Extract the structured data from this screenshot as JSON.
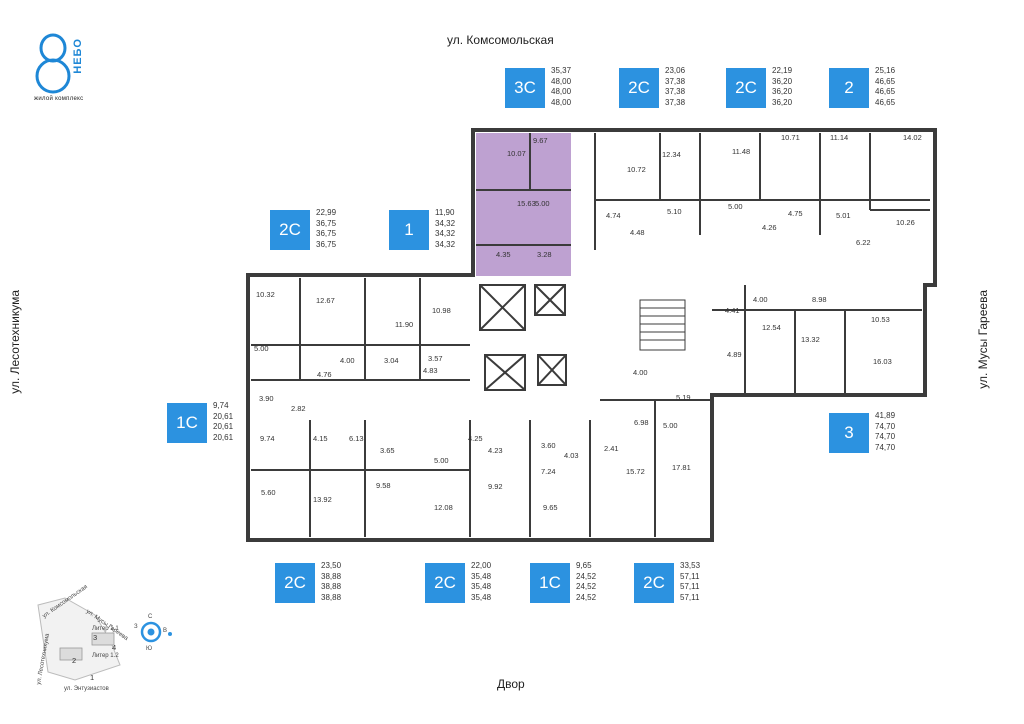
{
  "logo": {
    "word": "НЕБО",
    "subtitle": "жилой комплекс"
  },
  "streets": {
    "top": "ул. Комсомольская",
    "bottom": "Двор",
    "left": "ул. Лесотехникума",
    "right": "ул. Мусы Гареева"
  },
  "units": [
    {
      "id": "u-3c-top",
      "type": "3С",
      "areas": [
        "35,37",
        "48,00",
        "48,00",
        "48,00"
      ]
    },
    {
      "id": "u-2c-top-a",
      "type": "2С",
      "areas": [
        "23,06",
        "37,38",
        "37,38",
        "37,38"
      ]
    },
    {
      "id": "u-2c-top-b",
      "type": "2С",
      "areas": [
        "22,19",
        "36,20",
        "36,20",
        "36,20"
      ]
    },
    {
      "id": "u-2-top",
      "type": "2",
      "areas": [
        "25,16",
        "46,65",
        "46,65",
        "46,65"
      ]
    },
    {
      "id": "u-2c-mid",
      "type": "2С",
      "areas": [
        "22,99",
        "36,75",
        "36,75",
        "36,75"
      ]
    },
    {
      "id": "u-1-mid",
      "type": "1",
      "areas": [
        "11,90",
        "34,32",
        "34,32",
        "34,32"
      ]
    },
    {
      "id": "u-1c-left",
      "type": "1С",
      "areas": [
        "9,74",
        "20,61",
        "20,61",
        "20,61"
      ]
    },
    {
      "id": "u-3-right",
      "type": "3",
      "areas": [
        "41,89",
        "74,70",
        "74,70",
        "74,70"
      ]
    },
    {
      "id": "u-2c-bot-a",
      "type": "2С",
      "areas": [
        "23,50",
        "38,88",
        "38,88",
        "38,88"
      ]
    },
    {
      "id": "u-2c-bot-b",
      "type": "2С",
      "areas": [
        "22,00",
        "35,48",
        "35,48",
        "35,48"
      ]
    },
    {
      "id": "u-1c-bot",
      "type": "1С",
      "areas": [
        "9,65",
        "24,52",
        "24,52",
        "24,52"
      ]
    },
    {
      "id": "u-2c-bot-c",
      "type": "2С",
      "areas": [
        "33,53",
        "57,11",
        "57,11",
        "57,11"
      ]
    }
  ],
  "rooms": [
    "10.07",
    "9.67",
    "15.63",
    "5.00",
    "4.35",
    "3.28",
    "10.72",
    "12.34",
    "4.74",
    "5.10",
    "4.48",
    "11.48",
    "5.00",
    "10.71",
    "11.14",
    "14.02",
    "4.75",
    "5.01",
    "4.26",
    "10.26",
    "6.22",
    "10.32",
    "12.67",
    "11.90",
    "10.98",
    "5.00",
    "4.00",
    "3.04",
    "3.57",
    "4.76",
    "4.83",
    "4.00",
    "8.98",
    "4.41",
    "10.53",
    "12.54",
    "13.32",
    "4.89",
    "16.03",
    "4.00",
    "5.19",
    "3.90",
    "2.82",
    "6.98",
    "9.74",
    "4.15",
    "6.13",
    "4.25",
    "3.60",
    "4.23",
    "4.03",
    "5.00",
    "2.41",
    "15.72",
    "3.65",
    "5.00",
    "7.24",
    "17.81",
    "5.60",
    "13.92",
    "9.58",
    "12.08",
    "9.92",
    "9.65"
  ],
  "key_map": {
    "labels": [
      "ул. Комсомольская",
      "ул. Мусы Гареева",
      "ул. Лесотехникума",
      "ул. Энтузиастов",
      "Литер 1.1",
      "Литер 1.2"
    ],
    "sections": [
      "1",
      "2",
      "3",
      "4"
    ],
    "compass": [
      "С",
      "В",
      "Ю",
      "З"
    ]
  },
  "colors": {
    "accent": "#2c92e0",
    "highlight": "#b391c9",
    "wall": "#3b3b3b"
  }
}
